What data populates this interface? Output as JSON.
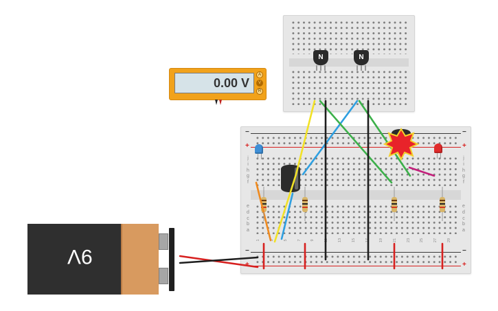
{
  "multimeter": {
    "reading": "0.00 V",
    "mode_buttons": [
      "A",
      "V",
      "R"
    ],
    "selected_mode": "V",
    "color": "#f1a21b"
  },
  "battery": {
    "label": "9V"
  },
  "breadboard": {
    "rail_plus": "+",
    "rail_minus": "−",
    "row_letters_top": [
      "j",
      "i",
      "h",
      "g",
      "f"
    ],
    "row_letters_bottom": [
      "e",
      "d",
      "c",
      "b",
      "a"
    ],
    "column_numbers": [
      "1",
      "3",
      "5",
      "7",
      "9",
      "11",
      "13",
      "15",
      "17",
      "19",
      "21",
      "23",
      "25",
      "27",
      "29"
    ]
  },
  "components": {
    "transistor_label": "N",
    "led_colors": {
      "blue": "#3f8fd6",
      "red": "#e02b2b"
    },
    "explosion_color": "#e8232a"
  },
  "wire_colors": {
    "yellow": "#f2e227",
    "blue": "#2e9fe0",
    "green": "#3cb04a",
    "black": "#1e1e1e",
    "red": "#d7201f",
    "orange": "#ef8a1f",
    "magenta": "#c21f7a"
  }
}
